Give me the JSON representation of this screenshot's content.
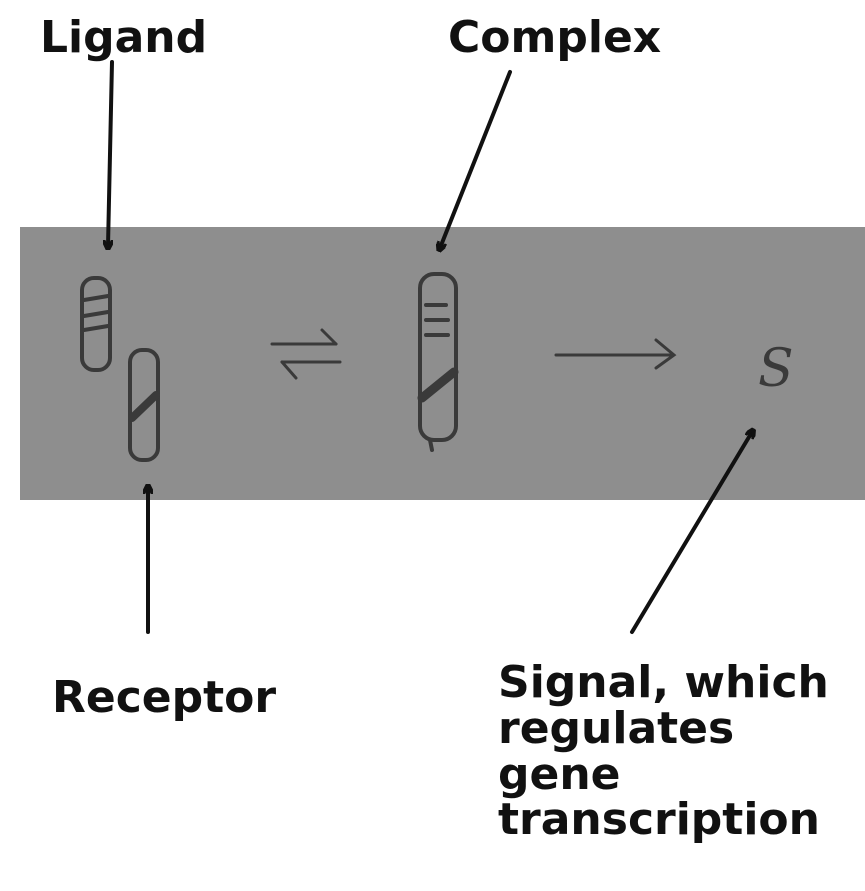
{
  "labels": {
    "ligand": "Ligand",
    "complex": "Complex",
    "receptor": "Receptor",
    "signal_lines": [
      "Signal, which",
      "regulates",
      "gene",
      "transcription"
    ]
  },
  "band": {
    "symbol": "S"
  },
  "colors": {
    "background": "#ffffff",
    "band": "#8e8e8e",
    "ink": "#111111",
    "pencil": "#3a3a3a"
  }
}
